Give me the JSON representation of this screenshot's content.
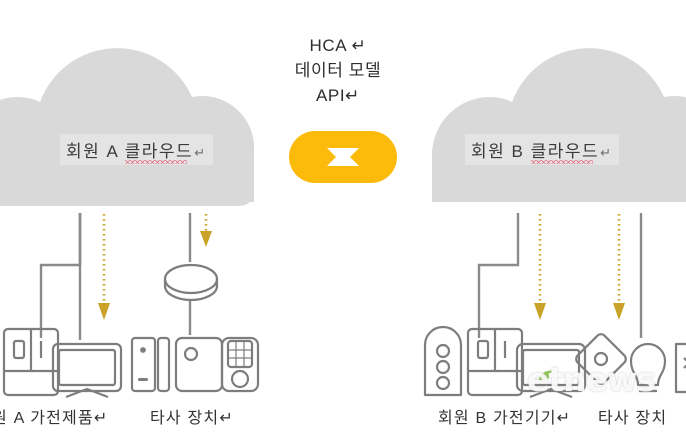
{
  "diagram": {
    "title_center": {
      "line1": "HCA ↵",
      "line2": "데이터 모델",
      "line3": "API↵"
    },
    "clouds": [
      {
        "id": "cloud-a",
        "label_plain": "회원 A ",
        "label_misspelled": "클라우드",
        "pilcrow": "↵"
      },
      {
        "id": "cloud-b",
        "label_plain": "회원 B ",
        "label_misspelled": "클라우드",
        "pilcrow": "↵"
      }
    ],
    "captions": [
      {
        "id": "caption-a-home-appliances",
        "text": "원 A 가전제품↵"
      },
      {
        "id": "caption-a-third-party",
        "text": "타사 장치↵"
      },
      {
        "id": "caption-b-home-appliances",
        "text": "회원 B 가전기기↵"
      },
      {
        "id": "caption-b-third-party",
        "text": "타사 장치"
      }
    ],
    "link_icon": {
      "name": "chain-link-icon",
      "color": "#FCBA0A"
    },
    "devices_left": [
      "refrigerator-icon",
      "television-icon",
      "door-sensor-icon",
      "security-camera-icon",
      "smart-lock-keypad-icon",
      "smart-hub-puck-icon"
    ],
    "devices_right": [
      "air-purifier-icon",
      "refrigerator-icon",
      "television-icon",
      "diamond-sensor-icon",
      "light-bulb-icon",
      "control-panel-icon"
    ],
    "colors": {
      "cloud": "#D9D9D9",
      "link": "#FCBA0A",
      "arrow_dotted": "#C9A227",
      "device_outline": "#7d7d7d",
      "connector_line": "#8a8a8a",
      "text": "#333333",
      "spellcheck_underline": "#E8697D",
      "background": "#FFFFFF"
    },
    "watermark": {
      "text": "etnews",
      "leaf_color": "#7DBE3C"
    }
  }
}
